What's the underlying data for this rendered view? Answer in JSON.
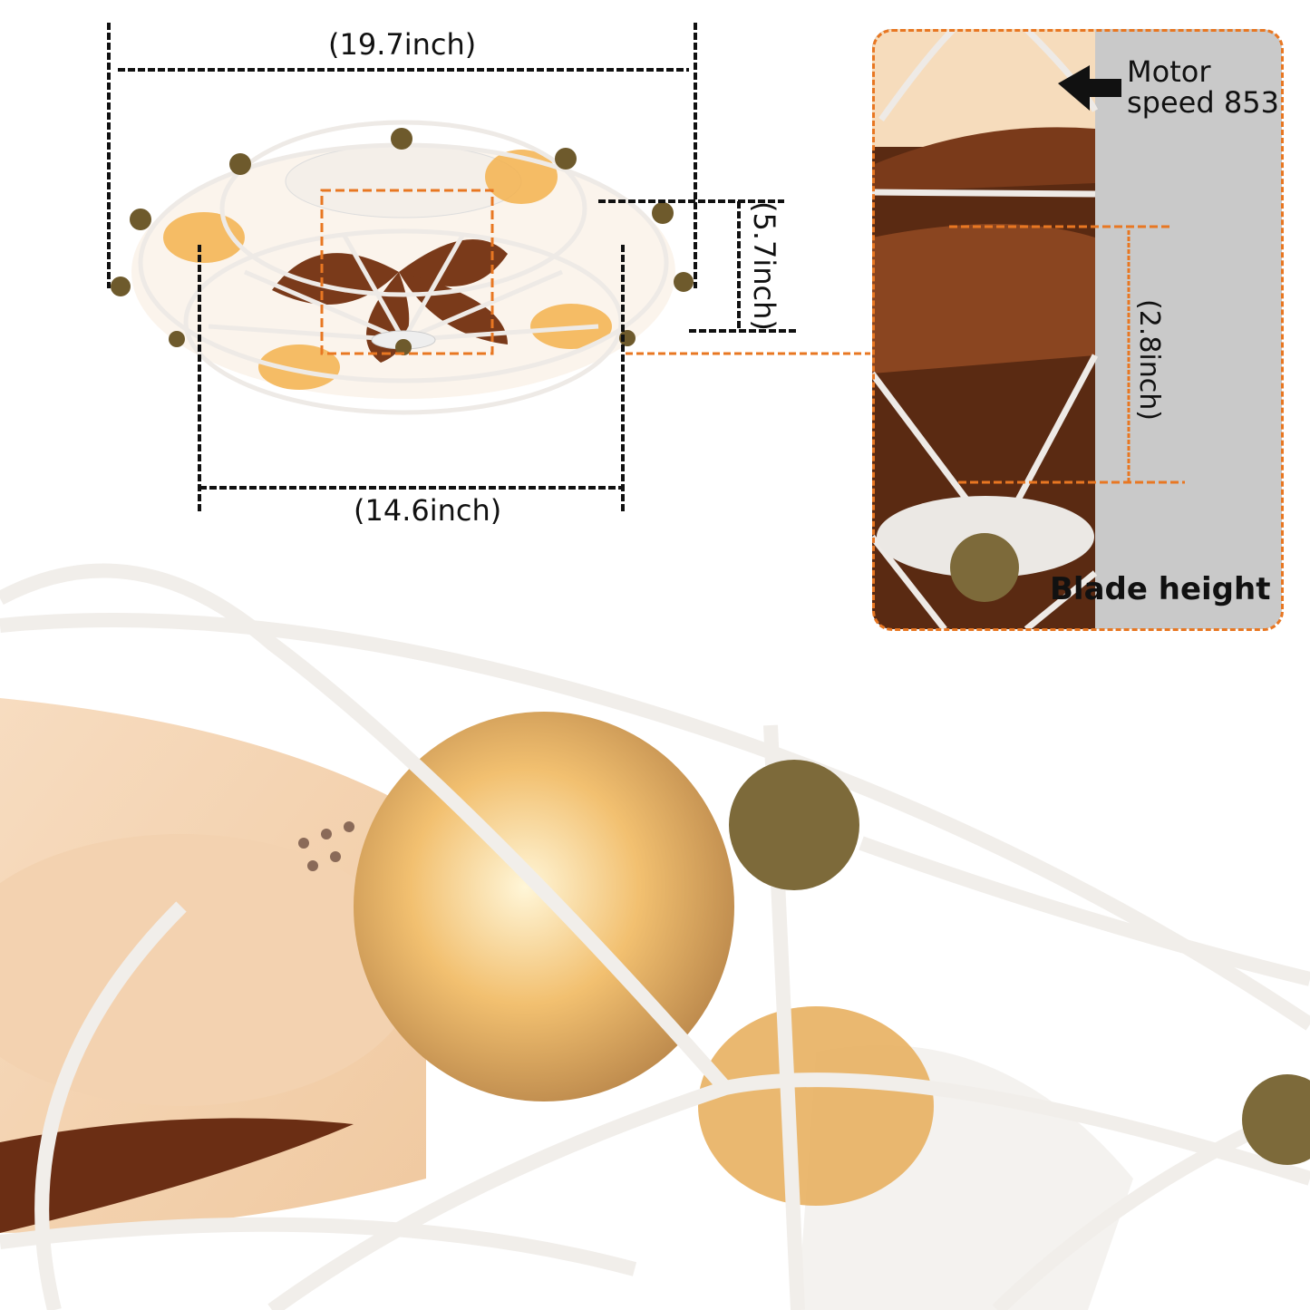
{
  "dimensions": {
    "overall_width": "(19.7inch)",
    "cage_width": "(14.6inch)",
    "height": "(5.7inch)",
    "blade_height_value": "(2.8inch)"
  },
  "inset": {
    "motor_label_line1": "Motor",
    "motor_label_line2": "speed 853",
    "blade_label": "Blade height",
    "arrow_icon": "left-arrow"
  },
  "colors": {
    "accent_dashes": "#e87722",
    "dimension_lines": "#111111",
    "inset_panel": "#c9c9c9",
    "blade_wood": "#7a3a1a",
    "cage_white": "#f2f0ee",
    "brass_ball": "#7d6a3a"
  }
}
